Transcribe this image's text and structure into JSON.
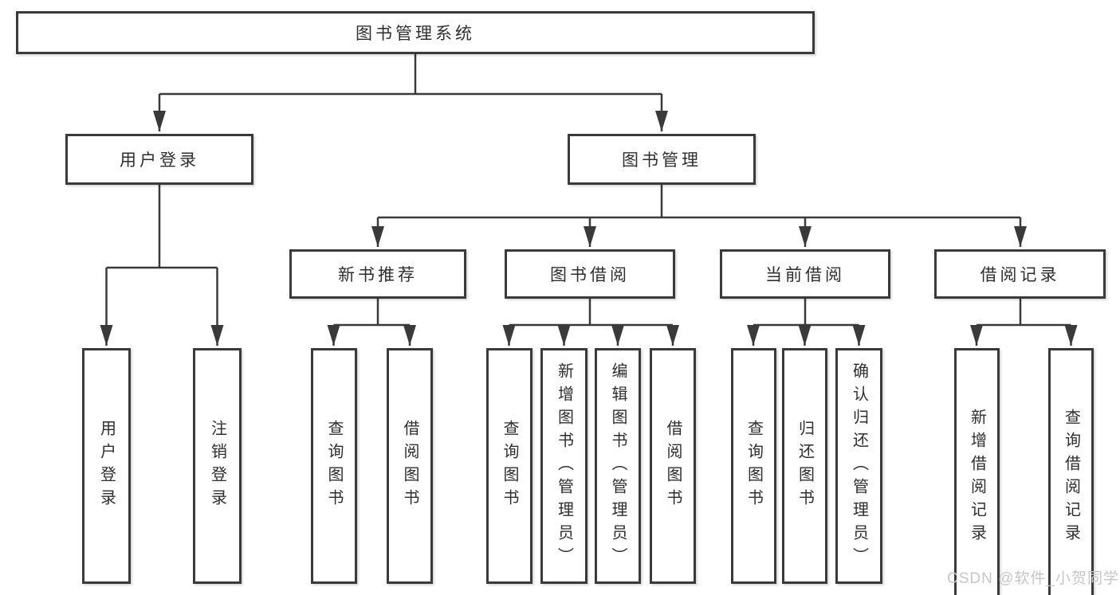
{
  "diagram": {
    "root": {
      "label": "图书管理系统"
    },
    "branches": [
      {
        "label": "用户登录",
        "children": [
          {
            "label": "用户登录"
          },
          {
            "label": "注销登录"
          }
        ]
      },
      {
        "label": "图书管理",
        "sections": [
          {
            "label": "新书推荐",
            "children": [
              {
                "label": "查询图书"
              },
              {
                "label": "借阅图书"
              }
            ]
          },
          {
            "label": "图书借阅",
            "children": [
              {
                "label": "查询图书"
              },
              {
                "label": "新增图书（管理员）"
              },
              {
                "label": "编辑图书（管理员）"
              },
              {
                "label": "借阅图书"
              }
            ]
          },
          {
            "label": "当前借阅",
            "children": [
              {
                "label": "查询图书"
              },
              {
                "label": "归还图书"
              },
              {
                "label": "确认归还（管理员）"
              }
            ]
          },
          {
            "label": "借阅记录",
            "children": [
              {
                "label": "新增借阅记录"
              },
              {
                "label": "查询借阅记录"
              }
            ]
          }
        ]
      }
    ]
  },
  "watermark": {
    "text": "CSDN @软件_小贺同学"
  },
  "colors": {
    "line": "#3a3a3a",
    "box_border": "#3a3a3a",
    "text": "#2e2e2e",
    "watermark": "#c6c6c6",
    "background": "#ffffff"
  }
}
